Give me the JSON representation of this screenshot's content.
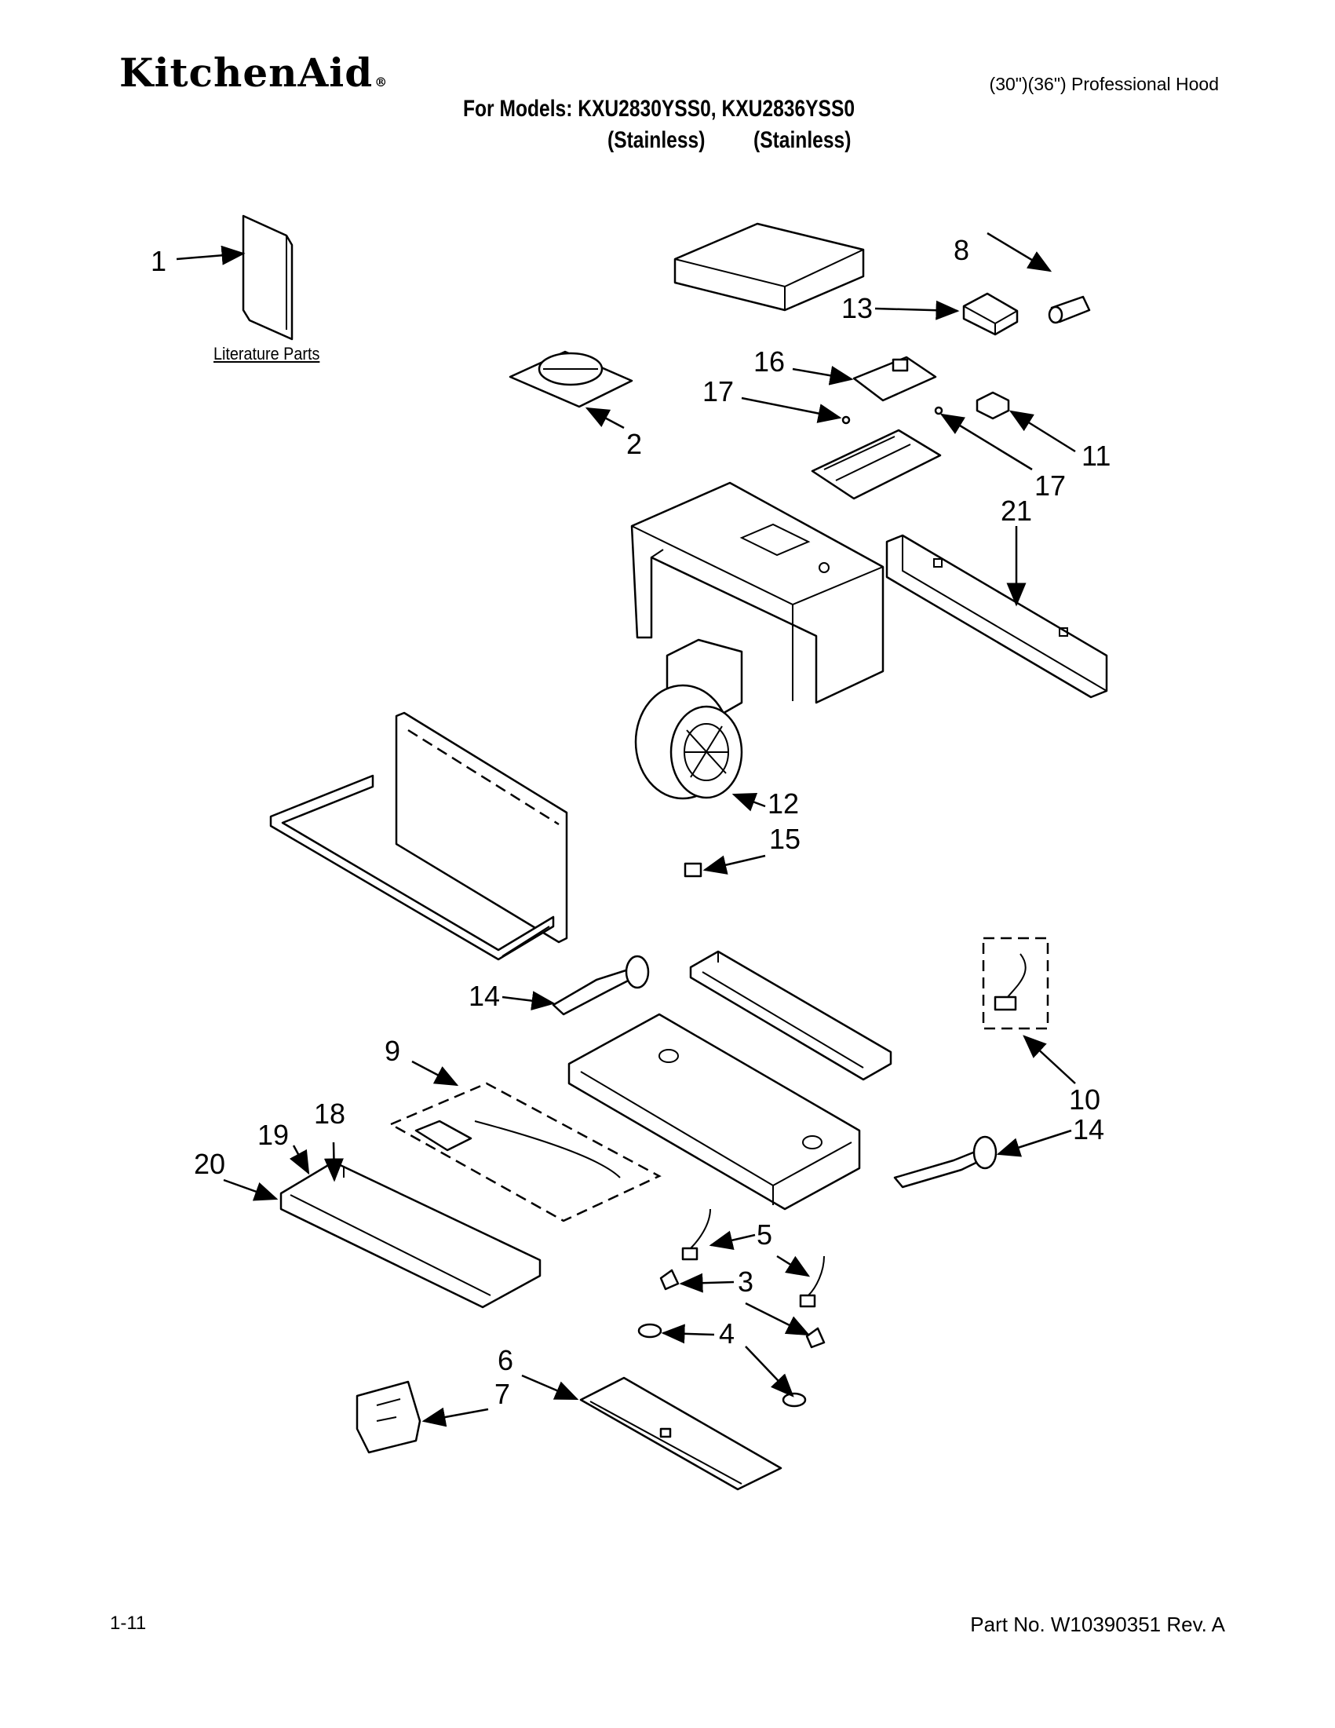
{
  "header": {
    "brand": "KitchenAid",
    "brand_mark": "®",
    "product": "(30\")(36\") Professional Hood",
    "models_line": "For Models: KXU2830YSS0, KXU2836YSS0",
    "color_1": "(Stainless)",
    "color_2": "(Stainless)"
  },
  "literature_label": "Literature Parts",
  "callouts": {
    "c1": "1",
    "c2": "2",
    "c3": "3",
    "c4": "4",
    "c5": "5",
    "c6": "6",
    "c7": "7",
    "c8": "8",
    "c9": "9",
    "c10": "10",
    "c11": "11",
    "c12": "12",
    "c13": "13",
    "c14a": "14",
    "c14b": "14",
    "c15": "15",
    "c16": "16",
    "c17a": "17",
    "c17b": "17",
    "c18": "18",
    "c19": "19",
    "c20": "20",
    "c21": "21"
  },
  "footer": {
    "page": "1-11",
    "part_no": "Part No. W10390351 Rev. A"
  }
}
